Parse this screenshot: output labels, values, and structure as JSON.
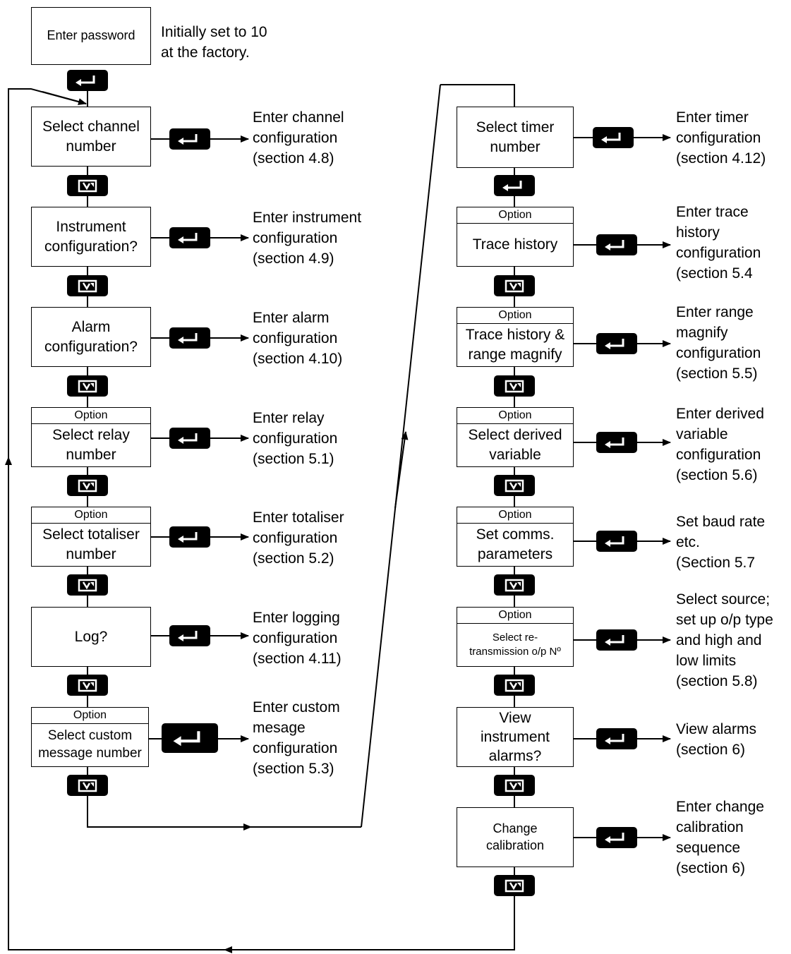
{
  "top": {
    "password_box": "Enter password",
    "factory_note": "Initially set to 10\nat the factory."
  },
  "left_column": [
    {
      "label": "Select channel\nnumber",
      "option": "",
      "note": "Enter channel\nconfiguration\n(section 4.8)"
    },
    {
      "label": "Instrument\nconfiguration?",
      "option": "",
      "note": "Enter instrument\nconfiguration\n(section 4.9)"
    },
    {
      "label": "Alarm\nconfiguration?",
      "option": "",
      "note": "Enter alarm\nconfiguration\n(section 4.10)"
    },
    {
      "label": "Select relay\nnumber",
      "option": "Option",
      "note": "Enter relay\nconfiguration\n(section 5.1)"
    },
    {
      "label": "Select totaliser\nnumber",
      "option": "Option",
      "note": "Enter totaliser\nconfiguration\n(section 5.2)"
    },
    {
      "label": "Log?",
      "option": "",
      "note": "Enter logging\nconfiguration\n(section 4.11)"
    },
    {
      "label": "Select custom\nmessage number",
      "option": "Option",
      "note": "Enter custom\nmesage\nconfiguration\n(section 5.3)"
    }
  ],
  "right_column": [
    {
      "label": "Select timer\nnumber",
      "option": "",
      "note": "Enter timer\nconfiguration\n(section 4.12)"
    },
    {
      "label": "Trace history",
      "option": "Option",
      "note": "Enter trace\nhistory\nconfiguration\n(section 5.4"
    },
    {
      "label": "Trace history &\nrange magnify",
      "option": "Option",
      "note": "Enter range\nmagnify\nconfiguration\n(section 5.5)"
    },
    {
      "label": "Select derived\nvariable",
      "option": "Option",
      "note": "Enter derived\nvariable\nconfiguration\n(section 5.6)"
    },
    {
      "label": "Set comms.\nparameters",
      "option": "Option",
      "note": "Set baud rate\netc.\n(Section 5.7"
    },
    {
      "label": "Select re-\ntransmission o/p Nº",
      "option": "Option",
      "note": "Select source;\nset up o/p type\nand high and\nlow limits\n(section 5.8)"
    },
    {
      "label": "View\ninstrument\nalarms?",
      "option": "",
      "note": "View alarms\n(section 6)"
    },
    {
      "label": "Change\ncalibration",
      "option": "",
      "note": "Enter change\ncalibration\nsequence\n(section 6)"
    }
  ],
  "icons": {
    "enter_key": "enter-key-icon",
    "scroll_key": "scroll-key-icon"
  },
  "colors": {
    "line": "#000000",
    "key_fill": "#000000",
    "key_symbol": "#ffffff"
  }
}
